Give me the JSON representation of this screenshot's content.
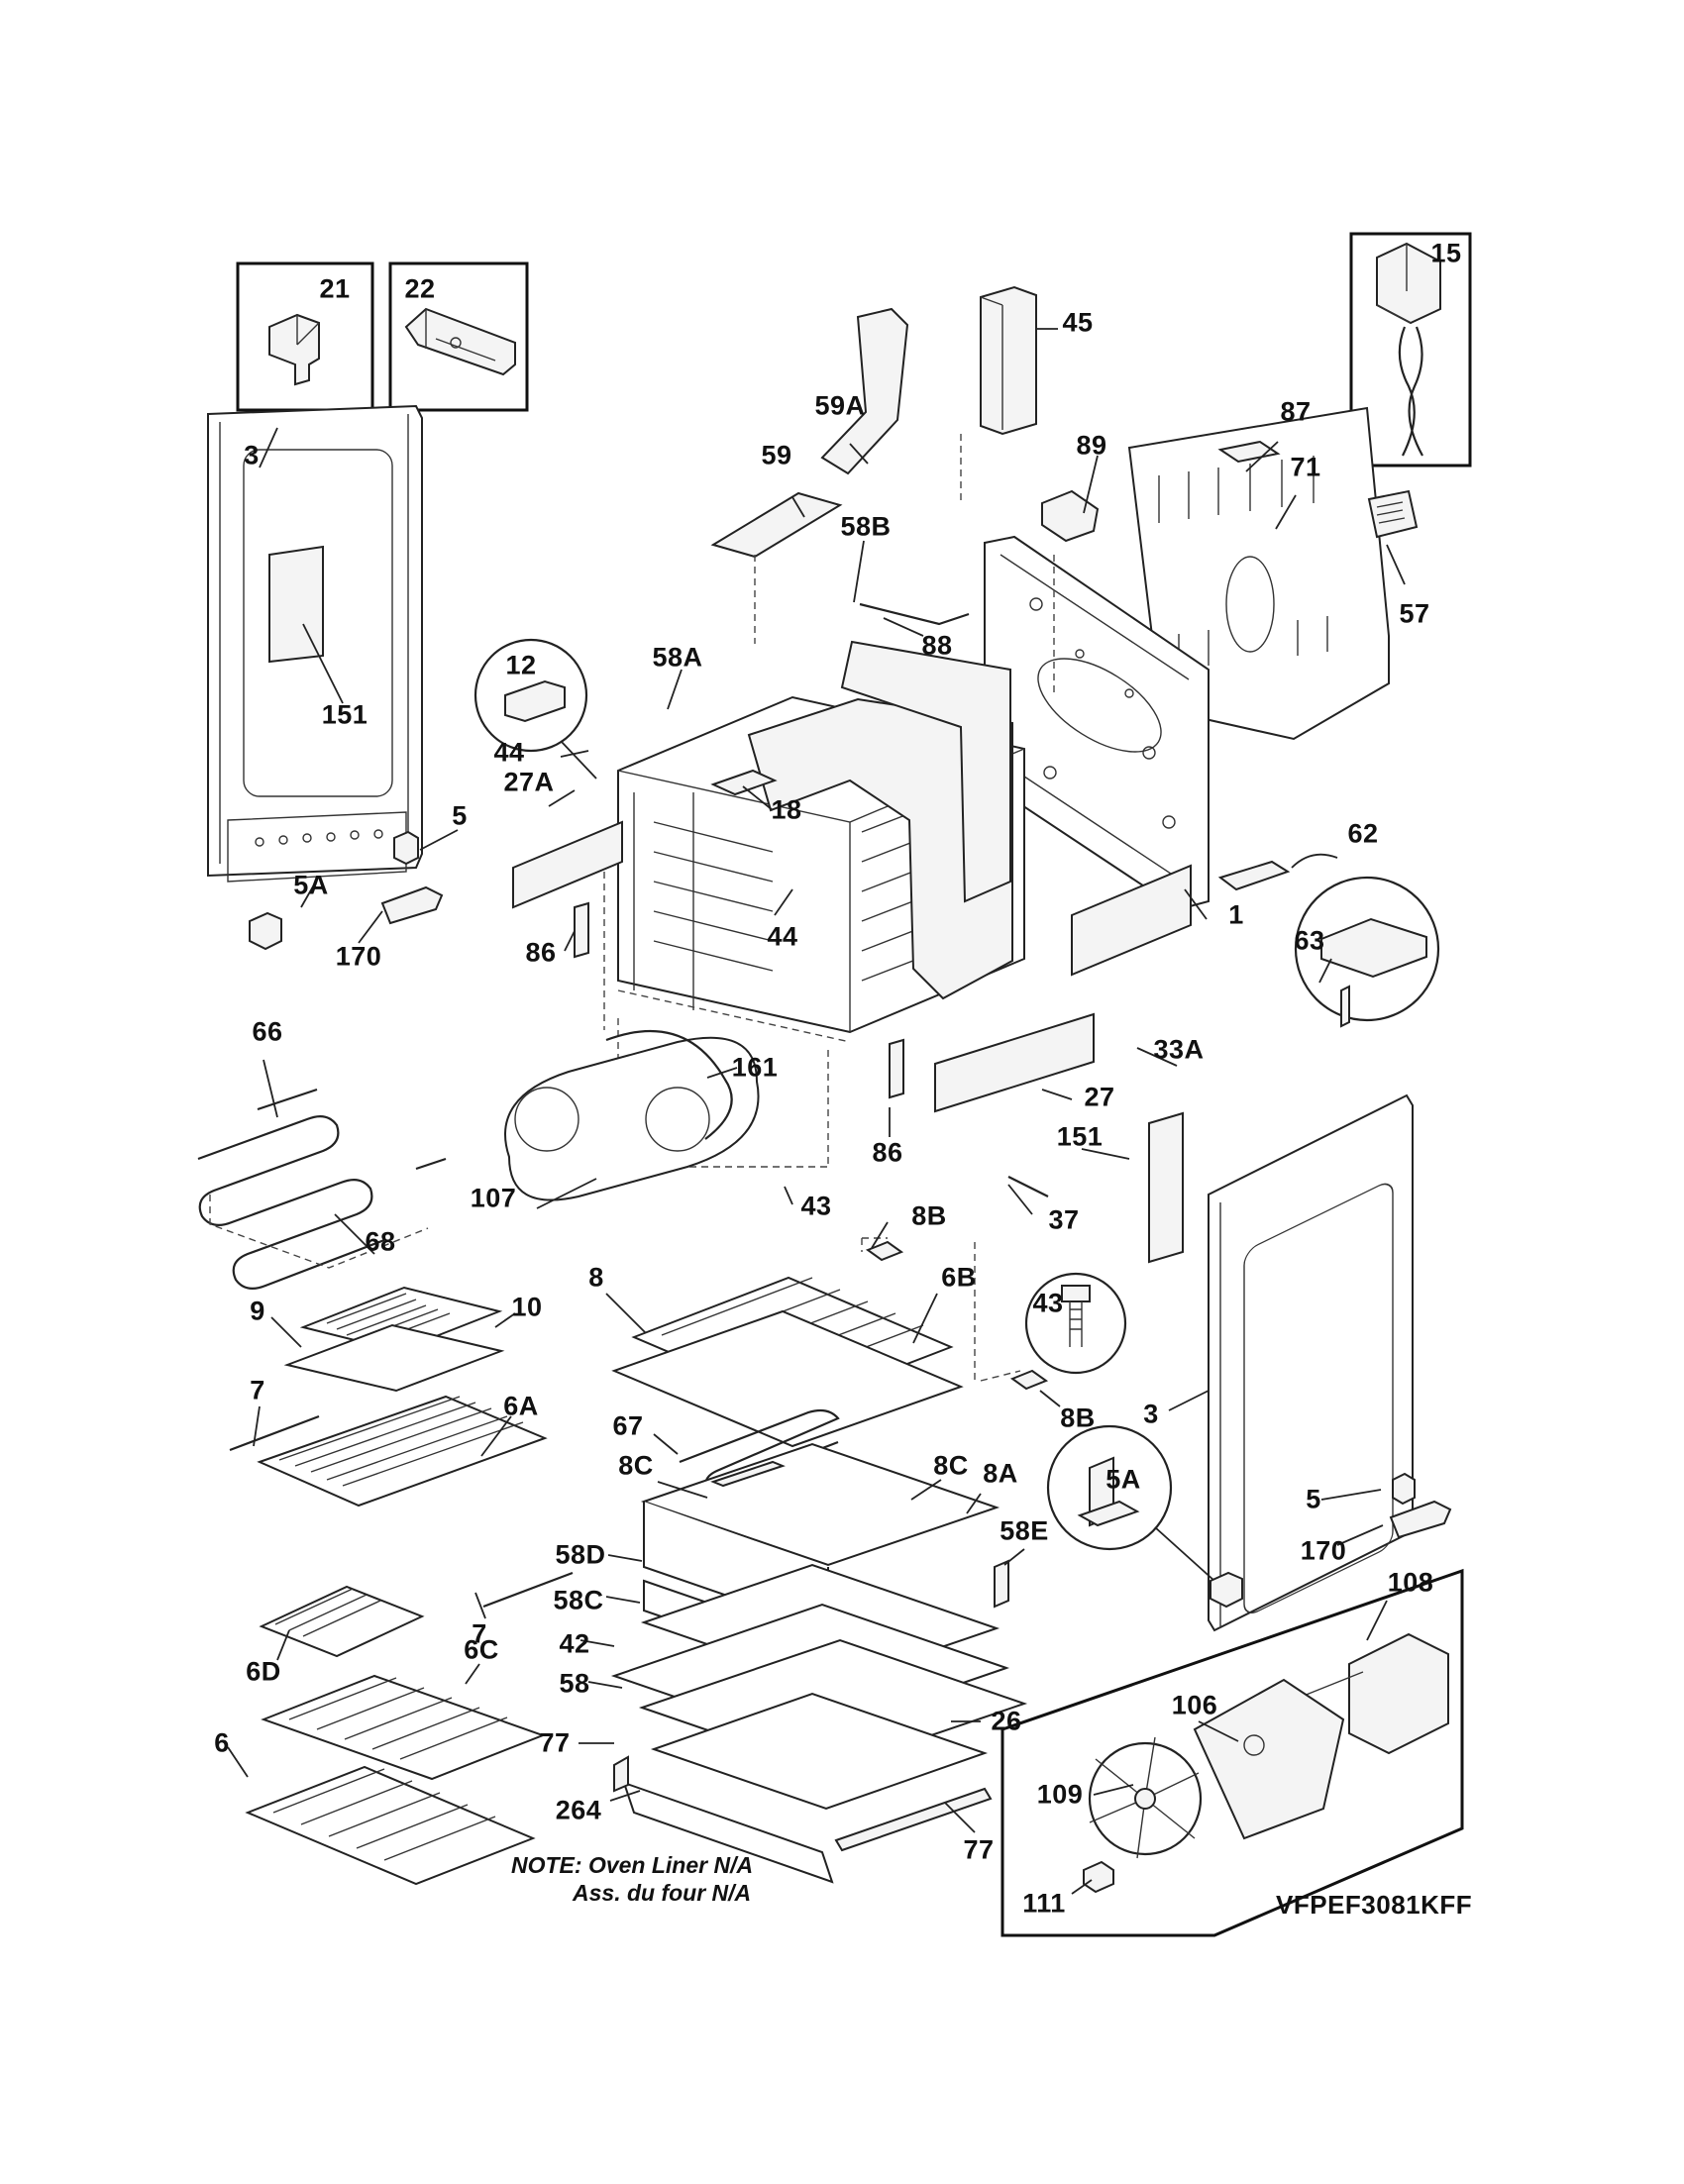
{
  "diagram": {
    "model": "VFPEF3081KFF",
    "note_line1": "NOTE: Oven Liner N/A",
    "note_line2": "Ass. du four N/A",
    "labels": [
      "21",
      "22",
      "15",
      "45",
      "59A",
      "59",
      "89",
      "87",
      "71",
      "57",
      "3",
      "151",
      "58B",
      "88",
      "12",
      "58A",
      "44",
      "27A",
      "18",
      "5",
      "5A",
      "170",
      "86",
      "44",
      "62",
      "1",
      "63",
      "33A",
      "27",
      "66",
      "161",
      "86",
      "107",
      "43",
      "151",
      "37",
      "8B",
      "68",
      "8",
      "6B",
      "10",
      "9",
      "43",
      "8B",
      "3",
      "7",
      "6A",
      "67",
      "8C",
      "8C",
      "8A",
      "5A",
      "5",
      "58E",
      "170",
      "58D",
      "58C",
      "7",
      "108",
      "42",
      "6D",
      "6C",
      "58",
      "26",
      "106",
      "77",
      "6",
      "264",
      "109",
      "77",
      "111"
    ]
  }
}
